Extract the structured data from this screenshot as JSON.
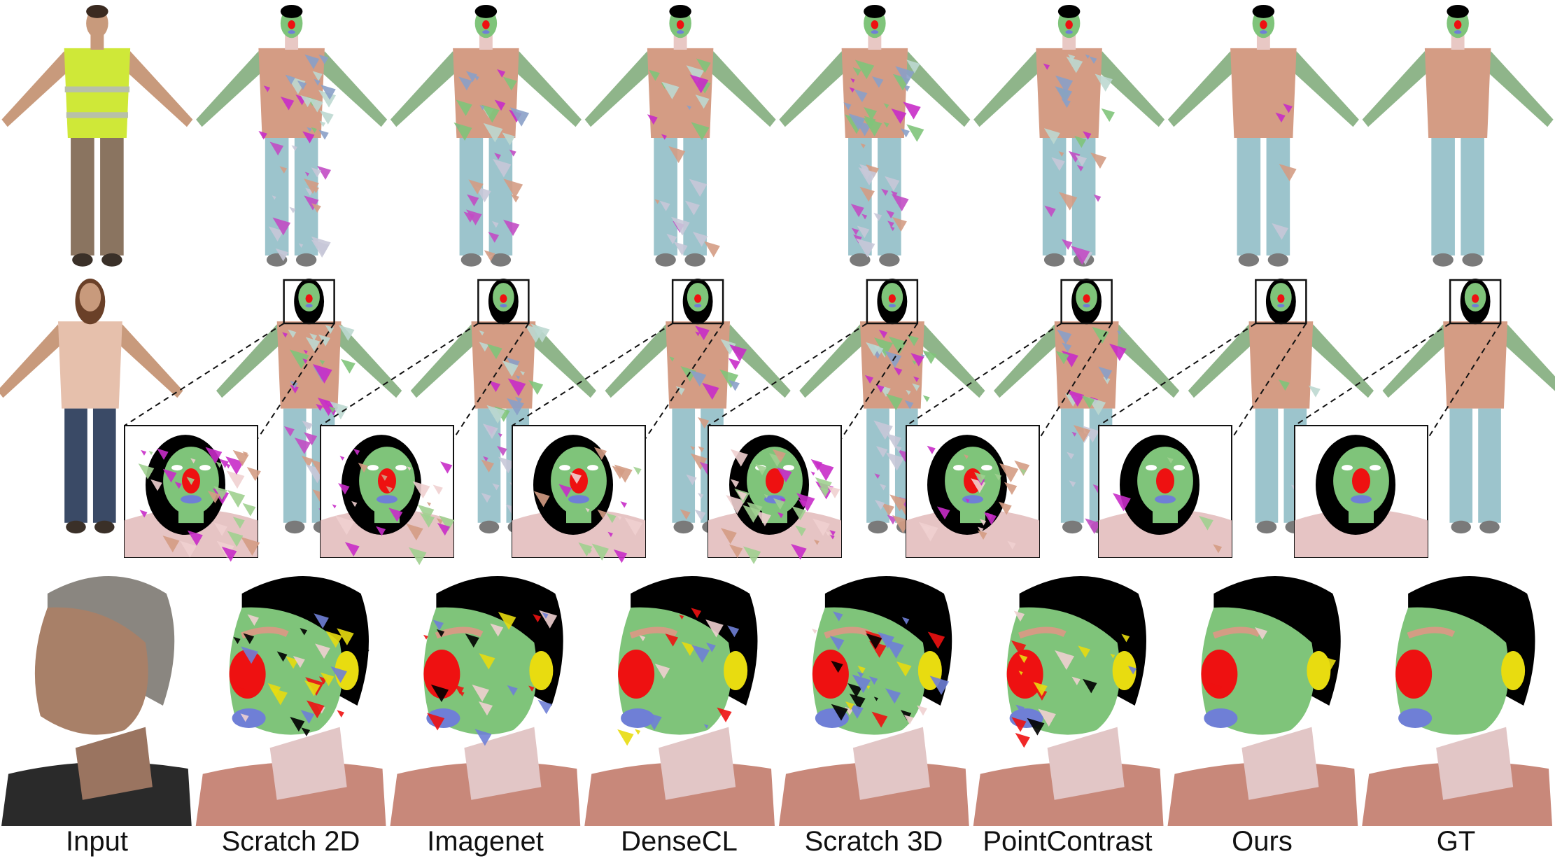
{
  "figure": {
    "columns": [
      {
        "label": "Input",
        "kind": "input"
      },
      {
        "label": "Scratch 2D",
        "kind": "seg",
        "noise": 0.55
      },
      {
        "label": "Imagenet",
        "kind": "seg",
        "noise": 0.4
      },
      {
        "label": "DenseCL",
        "kind": "seg",
        "noise": 0.3
      },
      {
        "label": "Scratch 3D",
        "kind": "seg",
        "noise": 0.6
      },
      {
        "label": "PointContrast",
        "kind": "seg",
        "noise": 0.35
      },
      {
        "label": "Ours",
        "kind": "seg",
        "noise": 0.06
      },
      {
        "label": "GT",
        "kind": "seg",
        "noise": 0.0
      }
    ],
    "rows": [
      "body-male",
      "body-female-with-face-zoom",
      "head-closeup"
    ],
    "colors": {
      "skin": "#7fc47a",
      "shirt": "#d49c84",
      "pants": "#9cc4cc",
      "pants_alt": "#c24cc4",
      "hair": "#000000",
      "nose": "#ee1111",
      "ear": "#e8dc10",
      "lips": "#6f7fd6",
      "neck": "#e8c8c4",
      "shoes": "#7a7a7a",
      "noise_a": "#c82cc8",
      "noise_b": "#8aa0c8"
    }
  }
}
